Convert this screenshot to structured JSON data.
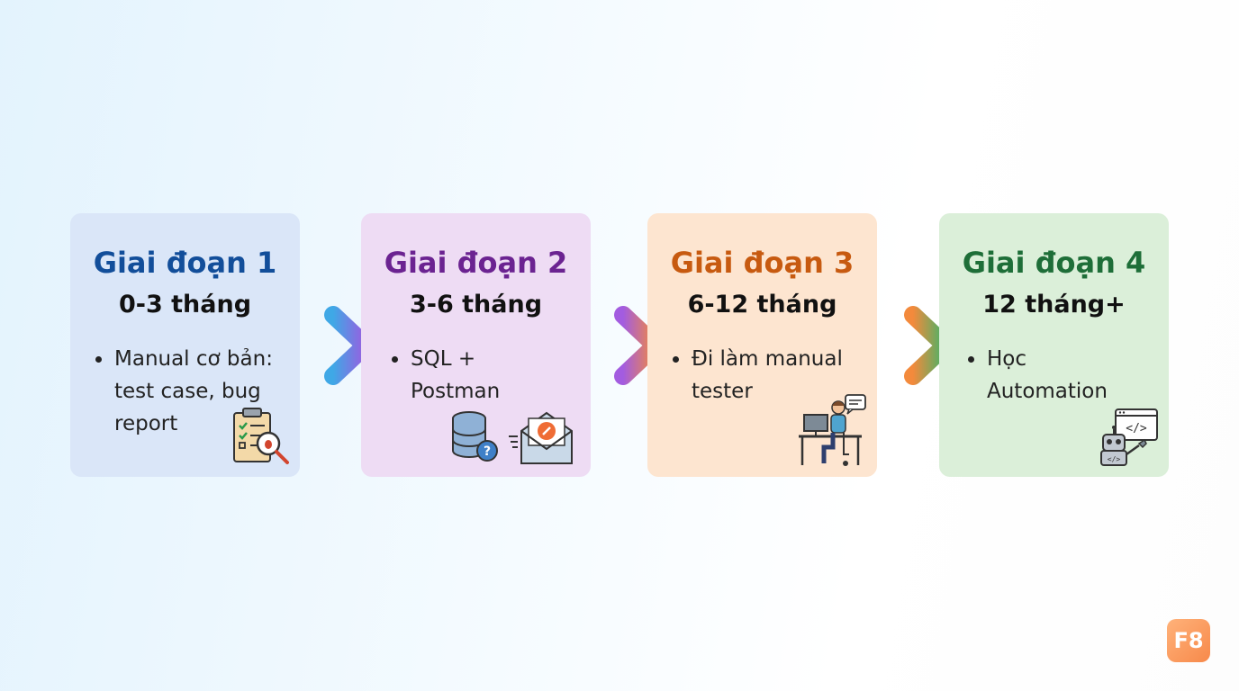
{
  "stages": [
    {
      "title": "Giai đoạn 1",
      "duration": "0-3 tháng",
      "bullet": "Manual cơ bản:\ntest case, bug\nreport",
      "icon": "clipboard-bug-icon",
      "color": "#124e9a"
    },
    {
      "title": "Giai đoạn 2",
      "duration": "3-6 tháng",
      "bullet": "SQL +\nPostman",
      "icon": "database-postman-icon",
      "color": "#6b2391"
    },
    {
      "title": "Giai đoạn 3",
      "duration": "6-12 tháng",
      "bullet": "Đi làm manual\ntester",
      "icon": "tester-desk-icon",
      "color": "#c75a10"
    },
    {
      "title": "Giai đoạn 4",
      "duration": "12 tháng+",
      "bullet": "Học\nAutomation",
      "icon": "robot-code-icon",
      "color": "#1e6e38"
    }
  ],
  "logo": {
    "text": "F8",
    "color": "#f7894a"
  }
}
